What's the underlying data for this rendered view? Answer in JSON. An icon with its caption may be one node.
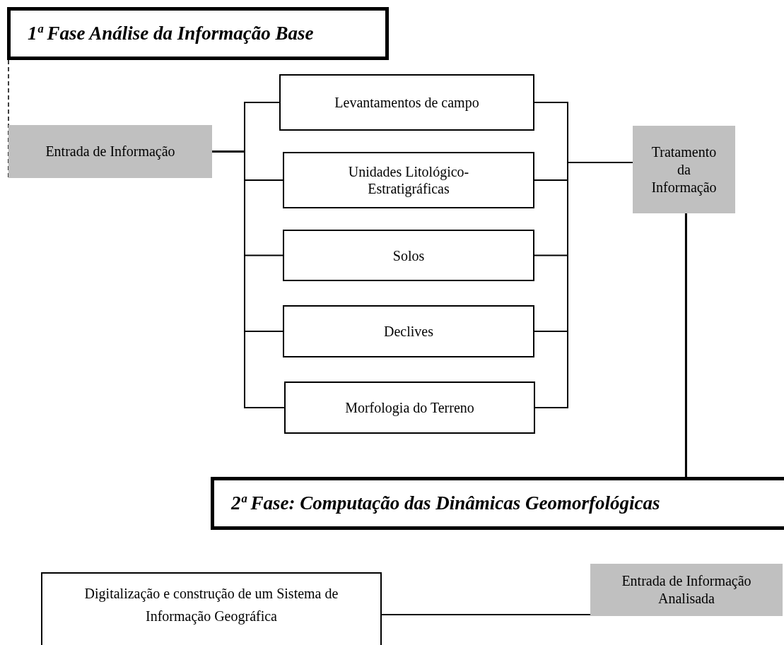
{
  "diagram": {
    "nodes": [
      {
        "text": [
          "1ª Fase Análise da Informação Base"
        ]
      },
      {
        "text": [
          "Entrada de Informação"
        ]
      },
      {
        "text": [
          "Levantamentos de campo"
        ]
      },
      {
        "text": [
          "Unidades Litológico- Estratigráficas"
        ]
      },
      {
        "text": [
          "Solos"
        ]
      },
      {
        "text": [
          "Declives"
        ]
      },
      {
        "text": [
          "Morfologia do Terreno"
        ]
      },
      {
        "text": [
          "Tratamento da Informação"
        ]
      },
      {
        "text": [
          "2ª Fase: Computação das Dinâmicas Geomorfológicas"
        ]
      },
      {
        "text": [
          "Digitalização e construção de um Sistema de Informação Geográfica"
        ]
      },
      {
        "text": [
          "Entrada de Informação Analisada"
        ]
      }
    ],
    "edges": [
      {
        "from": 0,
        "to": 1,
        "arrow": "none",
        "style": "dashed"
      },
      {
        "from": 1,
        "to": 2,
        "arrow": "none"
      },
      {
        "from": 1,
        "to": 3,
        "arrow": "none"
      },
      {
        "from": 1,
        "to": 4,
        "arrow": "none"
      },
      {
        "from": 1,
        "to": 5,
        "arrow": "none"
      },
      {
        "from": 1,
        "to": 6,
        "arrow": "none"
      },
      {
        "from": 2,
        "to": 7,
        "arrow": "none"
      },
      {
        "from": 3,
        "to": 7,
        "arrow": "none"
      },
      {
        "from": 4,
        "to": 7,
        "arrow": "none"
      },
      {
        "from": 5,
        "to": 7,
        "arrow": "none"
      },
      {
        "from": 6,
        "to": 7,
        "arrow": "none"
      },
      {
        "from": 7,
        "to": 8,
        "arrow": "none"
      },
      {
        "from": 9,
        "to": 10,
        "arrow": "none"
      }
    ]
  }
}
